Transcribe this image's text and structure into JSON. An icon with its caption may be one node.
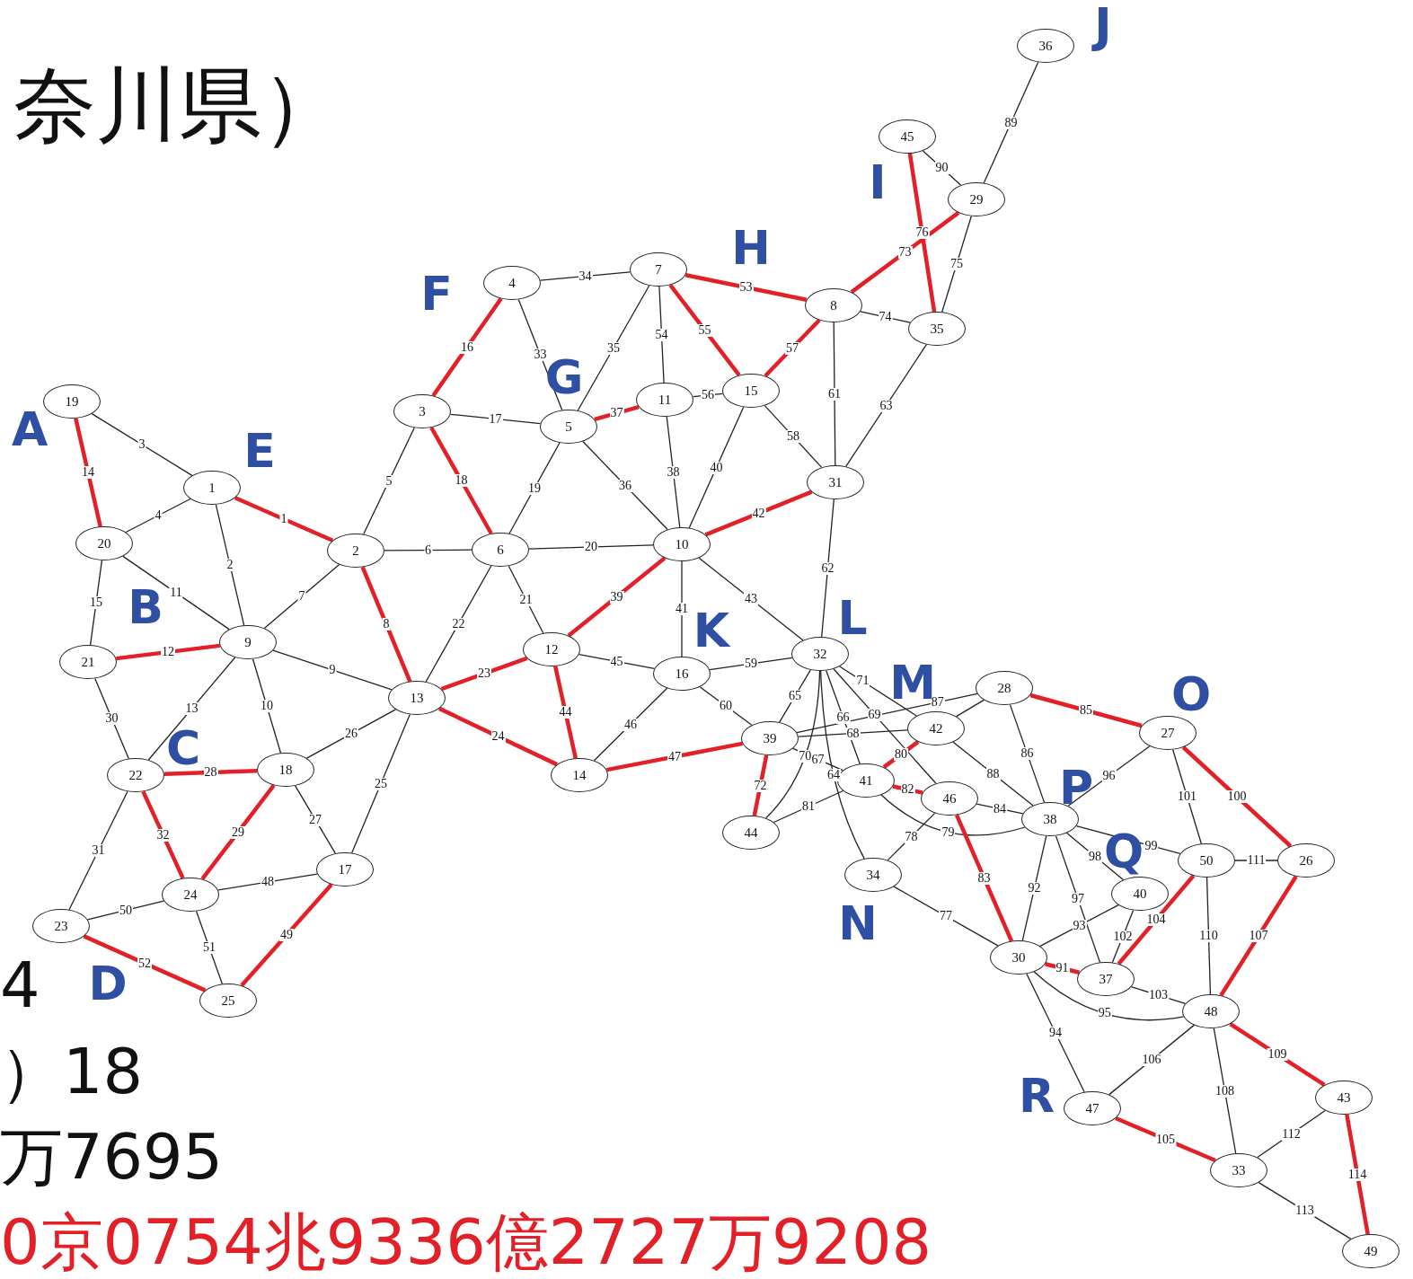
{
  "diagram": {
    "nodes": [
      {
        "text": [
          "1"
        ]
      },
      {
        "text": [
          "2"
        ]
      },
      {
        "text": [
          "3"
        ]
      },
      {
        "text": [
          "4"
        ]
      },
      {
        "text": [
          "5"
        ]
      },
      {
        "text": [
          "6"
        ]
      },
      {
        "text": [
          "7"
        ]
      },
      {
        "text": [
          "8"
        ]
      },
      {
        "text": [
          "9"
        ]
      },
      {
        "text": [
          "10"
        ]
      },
      {
        "text": [
          "11"
        ]
      },
      {
        "text": [
          "12"
        ]
      },
      {
        "text": [
          "13"
        ]
      },
      {
        "text": [
          "14"
        ]
      },
      {
        "text": [
          "15"
        ]
      },
      {
        "text": [
          "16"
        ]
      },
      {
        "text": [
          "17"
        ]
      },
      {
        "text": [
          "18"
        ]
      },
      {
        "text": [
          "19"
        ]
      },
      {
        "text": [
          "20"
        ]
      },
      {
        "text": [
          "21"
        ]
      },
      {
        "text": [
          "22"
        ]
      },
      {
        "text": [
          "23"
        ]
      },
      {
        "text": [
          "24"
        ]
      },
      {
        "text": [
          "25"
        ]
      },
      {
        "text": [
          "26"
        ]
      },
      {
        "text": [
          "27"
        ]
      },
      {
        "text": [
          "28"
        ]
      },
      {
        "text": [
          "29"
        ]
      },
      {
        "text": [
          "30"
        ]
      },
      {
        "text": [
          "31"
        ]
      },
      {
        "text": [
          "32"
        ]
      },
      {
        "text": [
          "33"
        ]
      },
      {
        "text": [
          "34"
        ]
      },
      {
        "text": [
          "35"
        ]
      },
      {
        "text": [
          "36"
        ]
      },
      {
        "text": [
          "37"
        ]
      },
      {
        "text": [
          "38"
        ]
      },
      {
        "text": [
          "39"
        ]
      },
      {
        "text": [
          "40"
        ]
      },
      {
        "text": [
          "41"
        ]
      },
      {
        "text": [
          "42"
        ]
      },
      {
        "text": [
          "43"
        ]
      },
      {
        "text": [
          "44"
        ]
      },
      {
        "text": [
          "45"
        ]
      },
      {
        "text": [
          "46"
        ]
      },
      {
        "text": [
          "47"
        ]
      },
      {
        "text": [
          "48"
        ]
      },
      {
        "text": [
          "49"
        ]
      },
      {
        "text": [
          "50"
        ]
      }
    ],
    "edges": [
      {
        "from": 0,
        "to": 1,
        "arrow": "none",
        "label": "1",
        "style": "thick",
        "color": "#e32028"
      },
      {
        "from": 0,
        "to": 8,
        "arrow": "none",
        "label": "2"
      },
      {
        "from": 18,
        "to": 0,
        "arrow": "none",
        "label": "3"
      },
      {
        "from": 19,
        "to": 0,
        "arrow": "none",
        "label": "4"
      },
      {
        "from": 2,
        "to": 1,
        "arrow": "none",
        "label": "5"
      },
      {
        "from": 1,
        "to": 5,
        "arrow": "none",
        "label": "6"
      },
      {
        "from": 8,
        "to": 1,
        "arrow": "none",
        "label": "7"
      },
      {
        "from": 1,
        "to": 12,
        "arrow": "none",
        "label": "8",
        "style": "thick",
        "color": "#e32028"
      },
      {
        "from": 8,
        "to": 12,
        "arrow": "none",
        "label": "9"
      },
      {
        "from": 8,
        "to": 17,
        "arrow": "none",
        "label": "10"
      },
      {
        "from": 19,
        "to": 8,
        "arrow": "none",
        "label": "11"
      },
      {
        "from": 20,
        "to": 8,
        "arrow": "none",
        "label": "12",
        "style": "thick",
        "color": "#e32028"
      },
      {
        "from": 8,
        "to": 21,
        "arrow": "none",
        "label": "13"
      },
      {
        "from": 18,
        "to": 19,
        "arrow": "none",
        "label": "14",
        "style": "thick",
        "color": "#e32028"
      },
      {
        "from": 19,
        "to": 20,
        "arrow": "none",
        "label": "15"
      },
      {
        "from": 3,
        "to": 2,
        "arrow": "none",
        "label": "16",
        "style": "thick",
        "color": "#e32028"
      },
      {
        "from": 2,
        "to": 4,
        "arrow": "none",
        "label": "17"
      },
      {
        "from": 2,
        "to": 5,
        "arrow": "none",
        "label": "18",
        "style": "thick",
        "color": "#e32028"
      },
      {
        "from": 4,
        "to": 5,
        "arrow": "none",
        "label": "19"
      },
      {
        "from": 5,
        "to": 9,
        "arrow": "none",
        "label": "20"
      },
      {
        "from": 5,
        "to": 11,
        "arrow": "none",
        "label": "21"
      },
      {
        "from": 5,
        "to": 12,
        "arrow": "none",
        "label": "22"
      },
      {
        "from": 12,
        "to": 11,
        "arrow": "none",
        "label": "23",
        "style": "thick",
        "color": "#e32028"
      },
      {
        "from": 12,
        "to": 13,
        "arrow": "none",
        "label": "24",
        "style": "thick",
        "color": "#e32028"
      },
      {
        "from": 12,
        "to": 16,
        "arrow": "none",
        "label": "25"
      },
      {
        "from": 12,
        "to": 17,
        "arrow": "none",
        "label": "26"
      },
      {
        "from": 17,
        "to": 16,
        "arrow": "none",
        "label": "27"
      },
      {
        "from": 21,
        "to": 17,
        "arrow": "none",
        "label": "28",
        "style": "thick",
        "color": "#e32028"
      },
      {
        "from": 17,
        "to": 23,
        "arrow": "none",
        "label": "29",
        "style": "thick",
        "color": "#e32028"
      },
      {
        "from": 20,
        "to": 21,
        "arrow": "none",
        "label": "30"
      },
      {
        "from": 21,
        "to": 22,
        "arrow": "none",
        "label": "31"
      },
      {
        "from": 21,
        "to": 23,
        "arrow": "none",
        "label": "32",
        "style": "thick",
        "color": "#e32028"
      },
      {
        "from": 3,
        "to": 4,
        "arrow": "none",
        "label": "33"
      },
      {
        "from": 3,
        "to": 6,
        "arrow": "none",
        "label": "34"
      },
      {
        "from": 6,
        "to": 4,
        "arrow": "none",
        "label": "35"
      },
      {
        "from": 4,
        "to": 9,
        "arrow": "none",
        "label": "36"
      },
      {
        "from": 4,
        "to": 10,
        "arrow": "none",
        "label": "37",
        "style": "thick",
        "color": "#e32028"
      },
      {
        "from": 10,
        "to": 9,
        "arrow": "none",
        "label": "38"
      },
      {
        "from": 9,
        "to": 11,
        "arrow": "none",
        "label": "39",
        "style": "thick",
        "color": "#e32028"
      },
      {
        "from": 14,
        "to": 9,
        "arrow": "none",
        "label": "40"
      },
      {
        "from": 9,
        "to": 15,
        "arrow": "none",
        "label": "41"
      },
      {
        "from": 9,
        "to": 30,
        "arrow": "none",
        "label": "42",
        "style": "thick",
        "color": "#e32028"
      },
      {
        "from": 9,
        "to": 31,
        "arrow": "none",
        "label": "43"
      },
      {
        "from": 11,
        "to": 13,
        "arrow": "none",
        "label": "44",
        "style": "thick",
        "color": "#e32028"
      },
      {
        "from": 11,
        "to": 15,
        "arrow": "none",
        "label": "45"
      },
      {
        "from": 15,
        "to": 13,
        "arrow": "none",
        "label": "46"
      },
      {
        "from": 13,
        "to": 38,
        "arrow": "none",
        "label": "47",
        "style": "thick",
        "color": "#e32028"
      },
      {
        "from": 23,
        "to": 16,
        "arrow": "none",
        "label": "48"
      },
      {
        "from": 16,
        "to": 24,
        "arrow": "none",
        "label": "49",
        "style": "thick",
        "color": "#e32028"
      },
      {
        "from": 22,
        "to": 23,
        "arrow": "none",
        "label": "50"
      },
      {
        "from": 23,
        "to": 24,
        "arrow": "none",
        "label": "51"
      },
      {
        "from": 22,
        "to": 24,
        "arrow": "none",
        "label": "52",
        "style": "thick",
        "color": "#e32028"
      },
      {
        "from": 6,
        "to": 7,
        "arrow": "none",
        "label": "53",
        "style": "thick",
        "color": "#e32028"
      },
      {
        "from": 6,
        "to": 10,
        "arrow": "none",
        "label": "54"
      },
      {
        "from": 6,
        "to": 14,
        "arrow": "none",
        "label": "55",
        "style": "thick",
        "color": "#e32028"
      },
      {
        "from": 10,
        "to": 14,
        "arrow": "none",
        "label": "56"
      },
      {
        "from": 7,
        "to": 14,
        "arrow": "none",
        "label": "57",
        "style": "thick",
        "color": "#e32028"
      },
      {
        "from": 14,
        "to": 30,
        "arrow": "none",
        "label": "58"
      },
      {
        "from": 15,
        "to": 31,
        "arrow": "none",
        "label": "59"
      },
      {
        "from": 15,
        "to": 38,
        "arrow": "none",
        "label": "60"
      },
      {
        "from": 7,
        "to": 30,
        "arrow": "none",
        "label": "61"
      },
      {
        "from": 30,
        "to": 31,
        "arrow": "none",
        "label": "62"
      },
      {
        "from": 34,
        "to": 30,
        "arrow": "none",
        "label": "63"
      },
      {
        "from": 31,
        "to": 33,
        "arrow": "none",
        "label": "64"
      },
      {
        "from": 31,
        "to": 38,
        "arrow": "none",
        "label": "65"
      },
      {
        "from": 31,
        "to": 40,
        "arrow": "none",
        "label": "66"
      },
      {
        "from": 38,
        "to": 40,
        "arrow": "none",
        "label": "67"
      },
      {
        "from": 38,
        "to": 41,
        "arrow": "none",
        "label": "68"
      },
      {
        "from": 31,
        "to": 45,
        "arrow": "none",
        "label": "69"
      },
      {
        "from": 31,
        "to": 43,
        "arrow": "none",
        "label": "70"
      },
      {
        "from": 31,
        "to": 41,
        "arrow": "none",
        "label": "71"
      },
      {
        "from": 38,
        "to": 43,
        "arrow": "none",
        "label": "72",
        "style": "thick",
        "color": "#e32028"
      },
      {
        "from": 7,
        "to": 28,
        "arrow": "none",
        "label": "73",
        "style": "thick",
        "color": "#e32028"
      },
      {
        "from": 7,
        "to": 34,
        "arrow": "none",
        "label": "74"
      },
      {
        "from": 28,
        "to": 34,
        "arrow": "none",
        "label": "75"
      },
      {
        "from": 44,
        "to": 34,
        "arrow": "none",
        "label": "76",
        "style": "thick",
        "color": "#e32028"
      },
      {
        "from": 33,
        "to": 29,
        "arrow": "none",
        "label": "77"
      },
      {
        "from": 33,
        "to": 45,
        "arrow": "none",
        "label": "78"
      },
      {
        "from": 40,
        "to": 37,
        "arrow": "none",
        "label": "79"
      },
      {
        "from": 40,
        "to": 41,
        "arrow": "none",
        "label": "80",
        "style": "thick",
        "color": "#e32028"
      },
      {
        "from": 43,
        "to": 40,
        "arrow": "none",
        "label": "81"
      },
      {
        "from": 40,
        "to": 45,
        "arrow": "none",
        "label": "82",
        "style": "thick",
        "color": "#e32028"
      },
      {
        "from": 45,
        "to": 29,
        "arrow": "none",
        "label": "83",
        "style": "thick",
        "color": "#e32028"
      },
      {
        "from": 45,
        "to": 37,
        "arrow": "none",
        "label": "84"
      },
      {
        "from": 27,
        "to": 26,
        "arrow": "none",
        "label": "85",
        "style": "thick",
        "color": "#e32028"
      },
      {
        "from": 27,
        "to": 37,
        "arrow": "none",
        "label": "86"
      },
      {
        "from": 38,
        "to": 27,
        "arrow": "none",
        "label": "87"
      },
      {
        "from": 41,
        "to": 37,
        "arrow": "none",
        "label": "88"
      },
      {
        "from": 28,
        "to": 35,
        "arrow": "none",
        "label": "89"
      },
      {
        "from": 44,
        "to": 28,
        "arrow": "none",
        "label": "90"
      },
      {
        "from": 29,
        "to": 36,
        "arrow": "none",
        "label": "91",
        "style": "thick",
        "color": "#e32028"
      },
      {
        "from": 37,
        "to": 29,
        "arrow": "none",
        "label": "92"
      },
      {
        "from": 29,
        "to": 39,
        "arrow": "none",
        "label": "93"
      },
      {
        "from": 29,
        "to": 46,
        "arrow": "none",
        "label": "94"
      },
      {
        "from": 29,
        "to": 47,
        "arrow": "none",
        "label": "95"
      },
      {
        "from": 37,
        "to": 26,
        "arrow": "none",
        "label": "96"
      },
      {
        "from": 37,
        "to": 36,
        "arrow": "none",
        "label": "97"
      },
      {
        "from": 37,
        "to": 39,
        "arrow": "none",
        "label": "98"
      },
      {
        "from": 37,
        "to": 49,
        "arrow": "none",
        "label": "99"
      },
      {
        "from": 26,
        "to": 25,
        "arrow": "none",
        "label": "100",
        "style": "thick",
        "color": "#e32028"
      },
      {
        "from": 26,
        "to": 49,
        "arrow": "none",
        "label": "101"
      },
      {
        "from": 39,
        "to": 36,
        "arrow": "none",
        "label": "102"
      },
      {
        "from": 36,
        "to": 47,
        "arrow": "none",
        "label": "103"
      },
      {
        "from": 36,
        "to": 49,
        "arrow": "none",
        "label": "104",
        "style": "thick",
        "color": "#e32028"
      },
      {
        "from": 46,
        "to": 32,
        "arrow": "none",
        "label": "105",
        "style": "thick",
        "color": "#e32028"
      },
      {
        "from": 46,
        "to": 47,
        "arrow": "none",
        "label": "106"
      },
      {
        "from": 25,
        "to": 47,
        "arrow": "none",
        "label": "107",
        "style": "thick",
        "color": "#e32028"
      },
      {
        "from": 47,
        "to": 32,
        "arrow": "none",
        "label": "108"
      },
      {
        "from": 47,
        "to": 42,
        "arrow": "none",
        "label": "109",
        "style": "thick",
        "color": "#e32028"
      },
      {
        "from": 49,
        "to": 47,
        "arrow": "none",
        "label": "110"
      },
      {
        "from": 49,
        "to": 25,
        "arrow": "none",
        "label": "111"
      },
      {
        "from": 32,
        "to": 42,
        "arrow": "none",
        "label": "112"
      },
      {
        "from": 32,
        "to": 48,
        "arrow": "none",
        "label": "113"
      },
      {
        "from": 42,
        "to": 48,
        "arrow": "none",
        "label": "114",
        "style": "thick",
        "color": "#e32028"
      },
      {
        "from": 41,
        "to": 27,
        "arrow": "none"
      }
    ],
    "labels": [
      "奈川県）",
      "J",
      "I",
      "H",
      "F",
      "G",
      "A",
      "E",
      "B",
      "K",
      "L",
      "C",
      "M",
      "O",
      "P",
      "Q",
      "N",
      "D",
      "R",
      "4",
      "）18",
      "万7695",
      "0京0754兆9336億2727万9208"
    ]
  }
}
